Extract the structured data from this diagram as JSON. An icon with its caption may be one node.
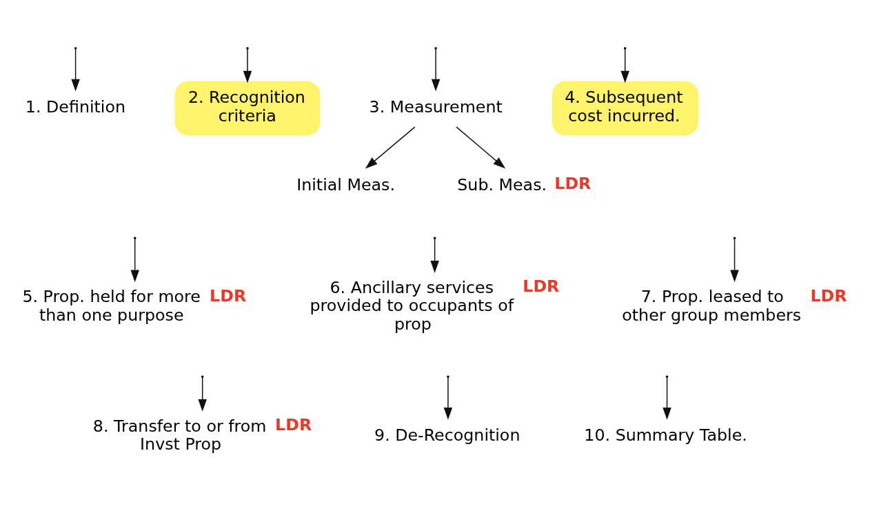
{
  "diagram": {
    "nodes": [
      {
        "text": [
          "1. Definition"
        ]
      },
      {
        "text": [
          "2. Recognition criteria"
        ]
      },
      {
        "text": [
          "3. Measurement"
        ]
      },
      {
        "text": [
          "4. Subsequent cost incurred."
        ]
      },
      {
        "text": [
          "Initial Meas."
        ]
      },
      {
        "text": [
          "Sub. Meas."
        ],
        "beside": [
          "LDR"
        ]
      },
      {
        "text": [
          "5. Prop. held for more than one purpose"
        ],
        "beside": [
          "LDR"
        ]
      },
      {
        "text": [
          "6. Ancillary services provided to occupants of prop"
        ],
        "beside": [
          "LDR"
        ]
      },
      {
        "text": [
          "7. Prop. leased to other group members"
        ],
        "beside": [
          "LDR"
        ]
      },
      {
        "text": [
          "8. Transfer to or from Invst Prop"
        ],
        "beside": [
          "LDR"
        ]
      },
      {
        "text": [
          "9. De-Recognition"
        ]
      },
      {
        "text": [
          "10. Summary Table."
        ]
      }
    ],
    "edges": [
      {
        "from": null,
        "to": 0,
        "arrow": "to"
      },
      {
        "from": null,
        "to": 1,
        "arrow": "to"
      },
      {
        "from": null,
        "to": 2,
        "arrow": "to"
      },
      {
        "from": null,
        "to": 3,
        "arrow": "to"
      },
      {
        "from": 2,
        "to": 4,
        "arrow": "to"
      },
      {
        "from": 2,
        "to": 5,
        "arrow": "to"
      },
      {
        "from": null,
        "to": 6,
        "arrow": "to"
      },
      {
        "from": null,
        "to": 7,
        "arrow": "to"
      },
      {
        "from": null,
        "to": 8,
        "arrow": "to"
      },
      {
        "from": null,
        "to": 9,
        "arrow": "to"
      },
      {
        "from": null,
        "to": 10,
        "arrow": "to"
      },
      {
        "from": null,
        "to": 11,
        "arrow": "to"
      }
    ]
  }
}
